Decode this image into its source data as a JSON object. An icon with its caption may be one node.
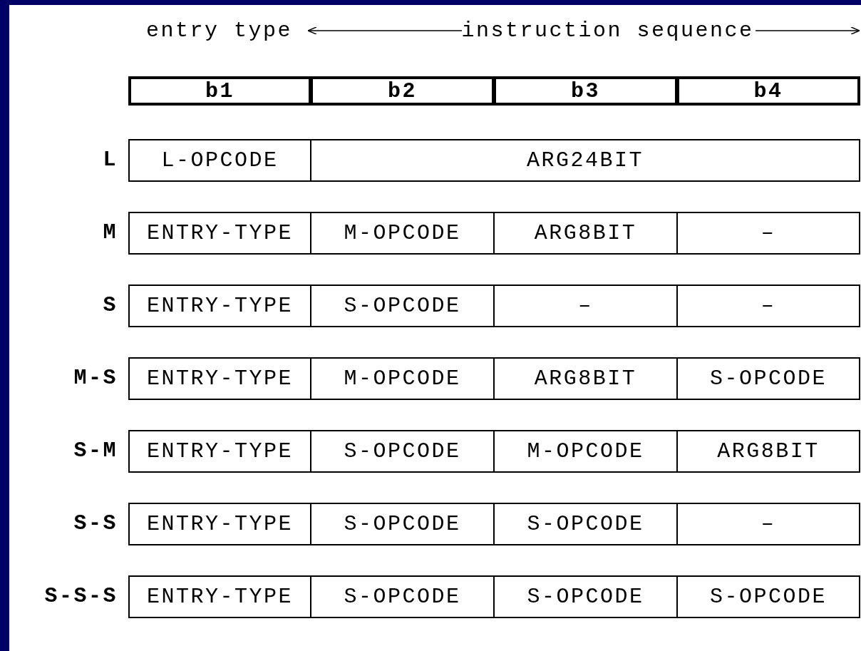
{
  "diagram": {
    "labels": [
      "entry type",
      "instruction sequence",
      "b1",
      "b2",
      "b3",
      "b4",
      "L",
      "L-OPCODE",
      "ARG24BIT",
      "M",
      "ENTRY-TYPE",
      "M-OPCODE",
      "ARG8BIT",
      "–",
      "S",
      "ENTRY-TYPE",
      "S-OPCODE",
      "–",
      "–",
      "M-S",
      "ENTRY-TYPE",
      "M-OPCODE",
      "ARG8BIT",
      "S-OPCODE",
      "S-M",
      "ENTRY-TYPE",
      "S-OPCODE",
      "M-OPCODE",
      "ARG8BIT",
      "S-S",
      "ENTRY-TYPE",
      "S-OPCODE",
      "S-OPCODE",
      "–",
      "S-S-S",
      "ENTRY-TYPE",
      "S-OPCODE",
      "S-OPCODE",
      "S-OPCODE"
    ]
  }
}
